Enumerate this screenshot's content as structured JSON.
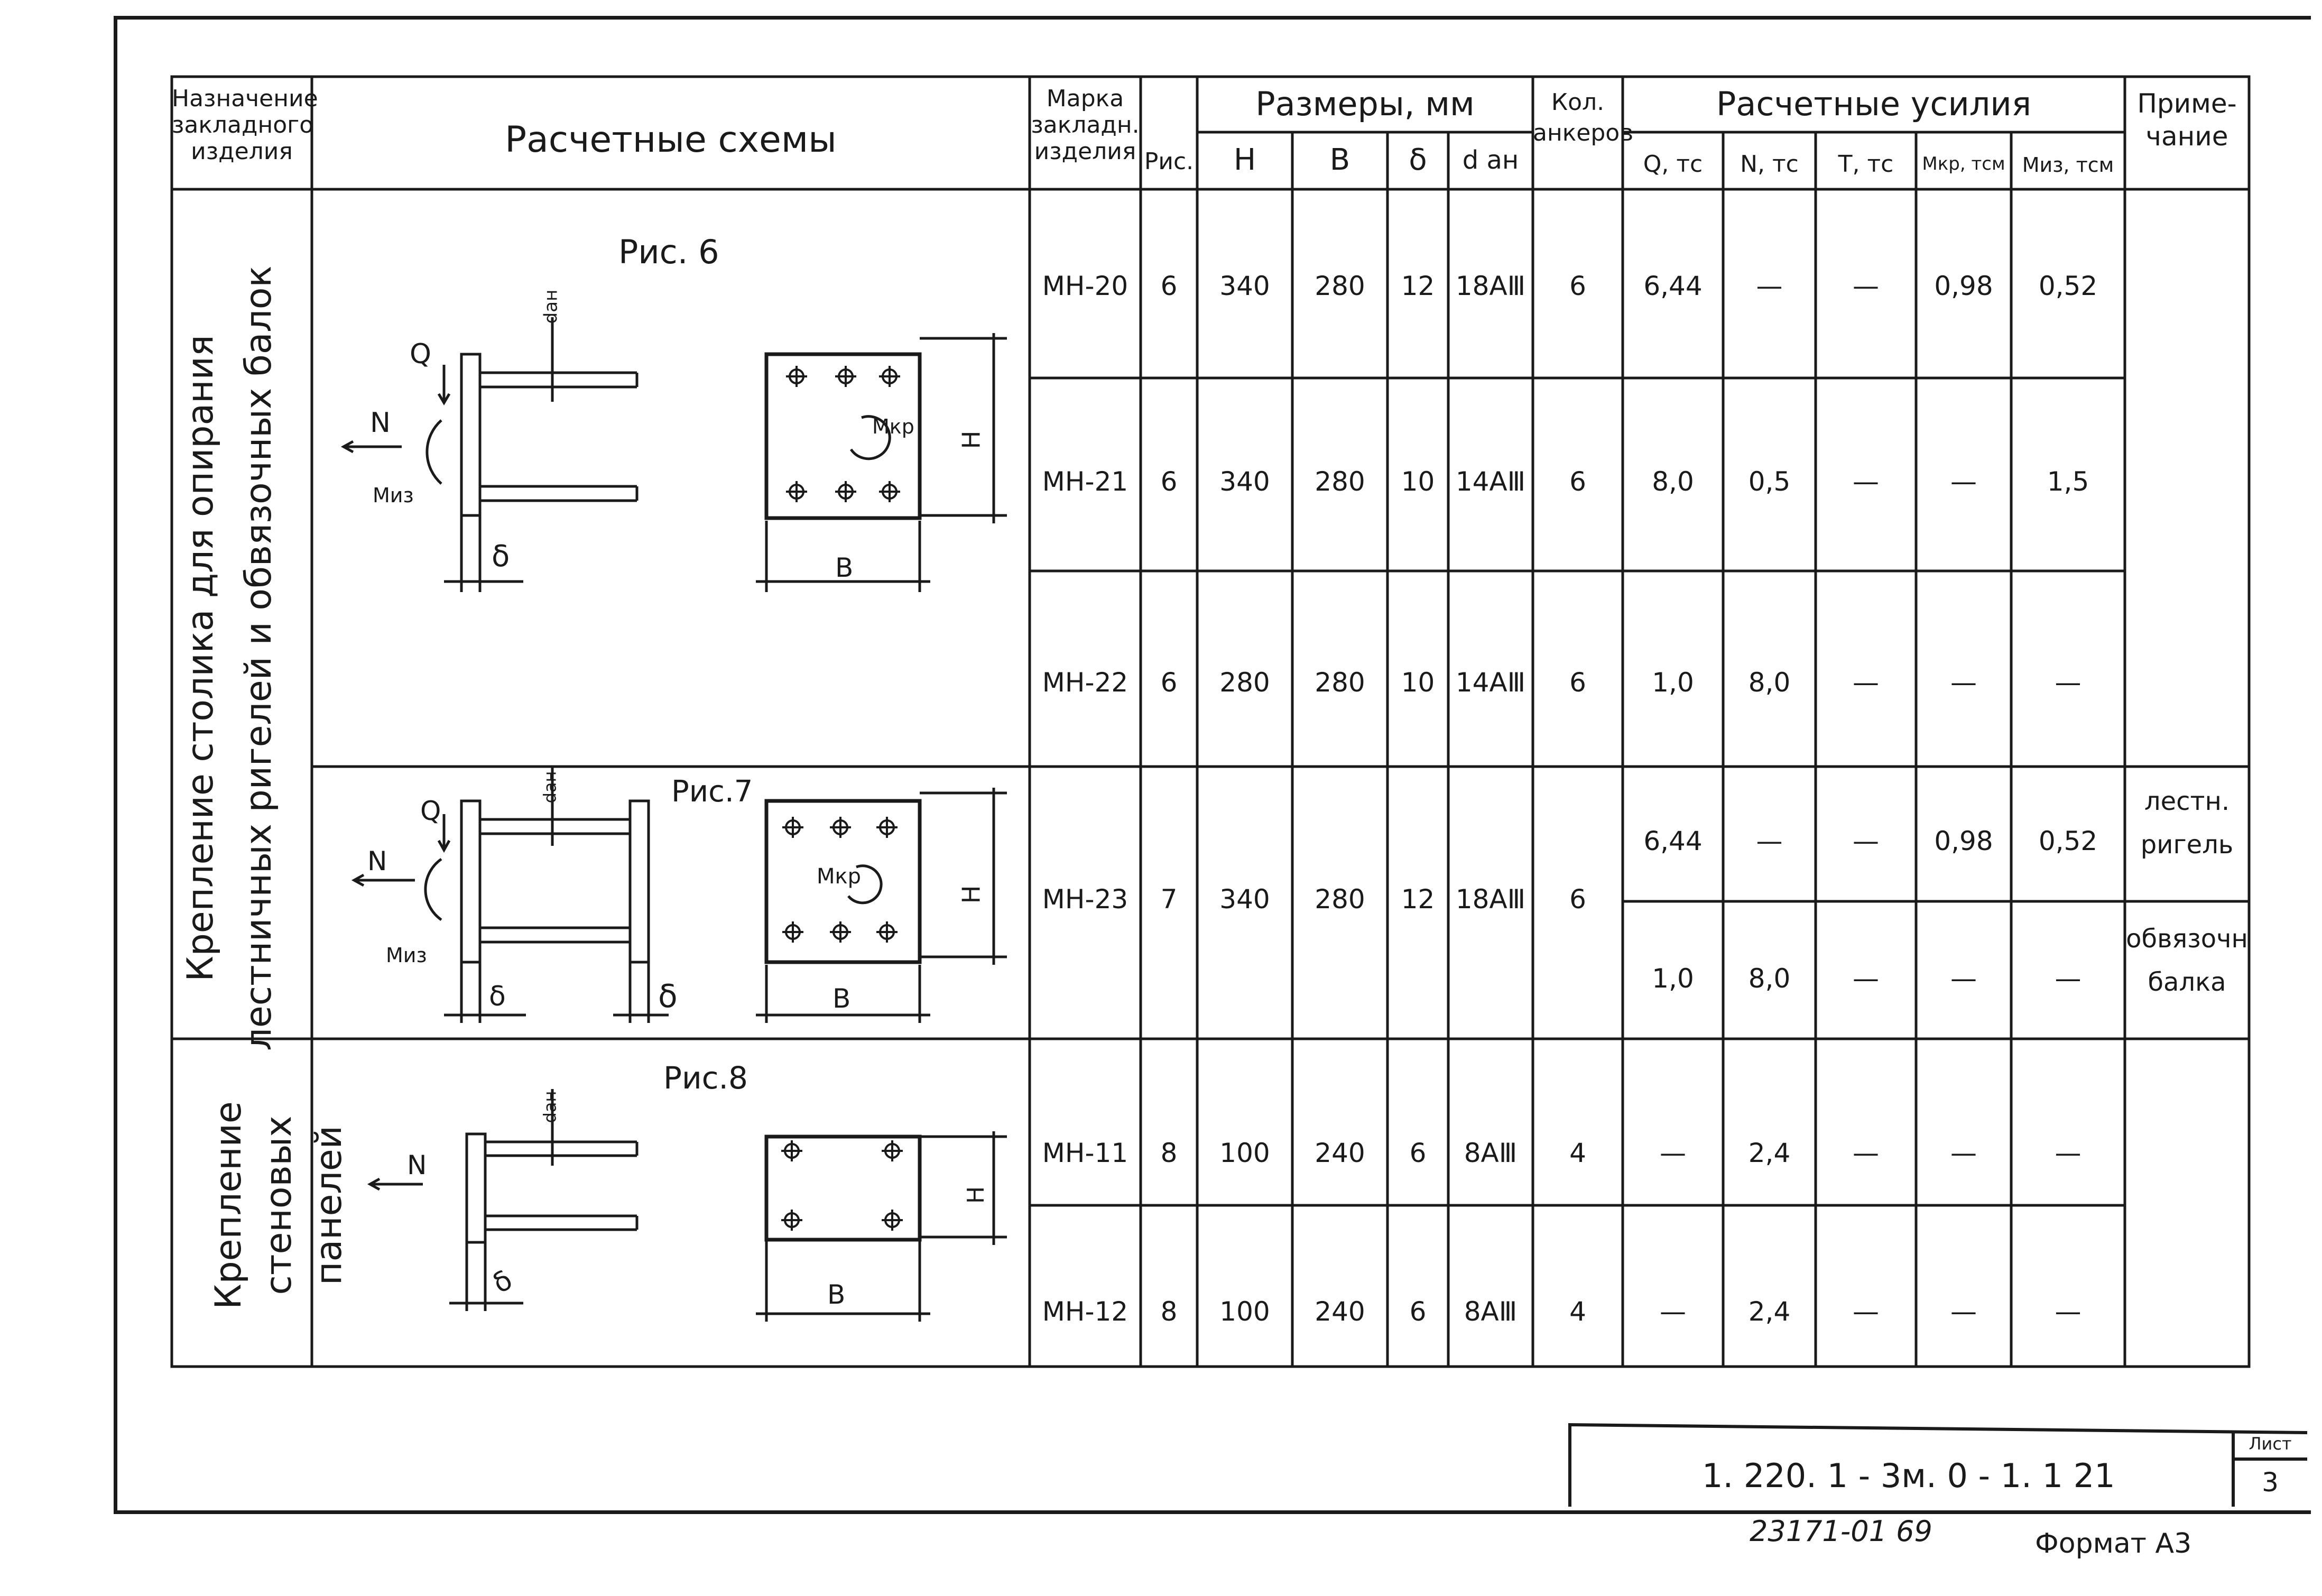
{
  "header": {
    "purpose": [
      "Назначение",
      "закладного",
      "изделия"
    ],
    "schemes": "Расчетные схемы",
    "mark": [
      "Марка",
      "закладн.",
      "изделия"
    ],
    "fig": "Рис.",
    "dims": "Размеры, мм",
    "dims_cols": [
      "H",
      "B",
      "δ",
      "d ан"
    ],
    "anchors": [
      "Кол.",
      "анкеров"
    ],
    "forces": "Расчетные усилия",
    "forces_cols": [
      "Q, тс",
      "N, тс",
      "T, тс",
      "Mкр, тсм",
      "Mиз, тсм"
    ],
    "note": [
      "Приме-",
      "чание"
    ]
  },
  "groups": [
    "Крепление столика для опирания лестничных ригелей и обвязочных балок",
    "Крепление стеновых панелей"
  ],
  "figures": {
    "fig6": {
      "title": "Рис. 6",
      "Q": "Q",
      "N": "N",
      "Mb": "Mиз",
      "Mk": "Mкр",
      "dan": "dан",
      "H": "H",
      "B": "B",
      "delta": "δ"
    },
    "fig7": {
      "title": "Рис.7",
      "Q": "Q",
      "N": "N",
      "Mb": "Mиз",
      "Mk": "Mкр",
      "dan": "dан",
      "H": "H",
      "B": "B",
      "delta": "δ"
    },
    "fig8": {
      "title": "Рис.8",
      "N": "N",
      "dan": "dан",
      "H": "H",
      "B": "B",
      "delta": "δ"
    }
  },
  "rows": [
    {
      "mark": "МН-20",
      "fig": "6",
      "H": "340",
      "B": "280",
      "d": "12",
      "dan": "18АⅢ",
      "n": "6",
      "Q": "6,44",
      "N": "—",
      "T": "—",
      "Mk": "0,98",
      "Mb": "0,52"
    },
    {
      "mark": "МН-21",
      "fig": "6",
      "H": "340",
      "B": "280",
      "d": "10",
      "dan": "14АⅢ",
      "n": "6",
      "Q": "8,0",
      "N": "0,5",
      "T": "—",
      "Mk": "—",
      "Mb": "1,5"
    },
    {
      "mark": "МН-22",
      "fig": "6",
      "H": "280",
      "B": "280",
      "d": "10",
      "dan": "14АⅢ",
      "n": "6",
      "Q": "1,0",
      "N": "8,0",
      "T": "—",
      "Mk": "—",
      "Mb": "—"
    },
    {
      "mark": "МН-23",
      "fig": "7",
      "H": "340",
      "B": "280",
      "d": "12",
      "dan": "18АⅢ",
      "n": "6"
    },
    {
      "mark": "МН-11",
      "fig": "8",
      "H": "100",
      "B": "240",
      "d": "6",
      "dan": "8АⅢ",
      "n": "4",
      "Q": "—",
      "N": "2,4",
      "T": "—",
      "Mk": "—",
      "Mb": "—"
    },
    {
      "mark": "МН-12",
      "fig": "8",
      "H": "100",
      "B": "240",
      "d": "6",
      "dan": "8АⅢ",
      "n": "4",
      "Q": "—",
      "N": "2,4",
      "T": "—",
      "Mk": "—",
      "Mb": "—"
    }
  ],
  "row23_sub": [
    {
      "Q": "6,44",
      "N": "—",
      "T": "—",
      "Mk": "0,98",
      "Mb": "0,52",
      "note": [
        "лестн.",
        "ригель"
      ]
    },
    {
      "Q": "1,0",
      "N": "8,0",
      "T": "—",
      "Mk": "—",
      "Mb": "—",
      "note": [
        "обвязочн",
        "балка"
      ]
    }
  ],
  "stamp": {
    "code": "1. 220. 1 - 3м. 0 - 1. 1   21",
    "sheet_label": "Лист",
    "sheet": "3"
  },
  "footer": {
    "inv": "23171-01  69",
    "format": "Формат А3"
  }
}
